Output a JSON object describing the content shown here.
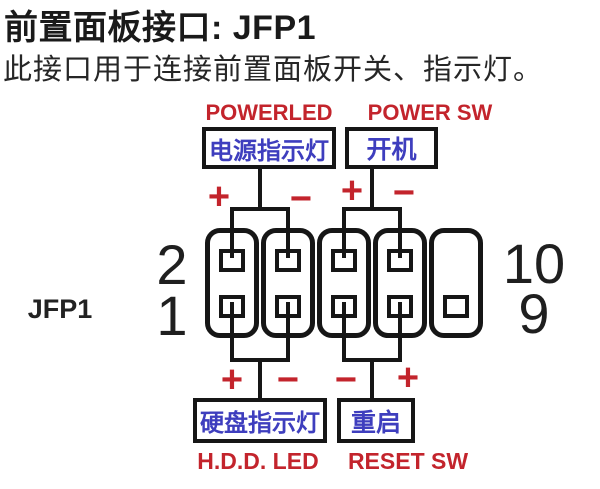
{
  "page": {
    "title": "前置面板接口: JFP1",
    "subtitle": "此接口用于连接前置面板开关、指示灯。"
  },
  "connector": {
    "label": "JFP1",
    "pins": {
      "top_left": "2",
      "bottom_left": "1",
      "top_right": "10",
      "bottom_right": "9"
    }
  },
  "groups": {
    "power_led": {
      "name_en": "POWERLED",
      "name_zh": "电源指示灯",
      "left_sign": "+",
      "right_sign": "−"
    },
    "power_sw": {
      "name_en": "POWER SW",
      "name_zh": "开机",
      "left_sign": "+",
      "right_sign": "−"
    },
    "hdd_led": {
      "name_en": "H.D.D. LED",
      "name_zh": "硬盘指示灯",
      "left_sign": "+",
      "right_sign": "−"
    },
    "reset_sw": {
      "name_en": "RESET SW",
      "name_zh": "重启",
      "left_sign": "−",
      "right_sign": "+"
    }
  },
  "colors": {
    "red": "#c3242c",
    "blue": "#3e3ebe",
    "line": "#161616",
    "bg": "#ffffff"
  }
}
